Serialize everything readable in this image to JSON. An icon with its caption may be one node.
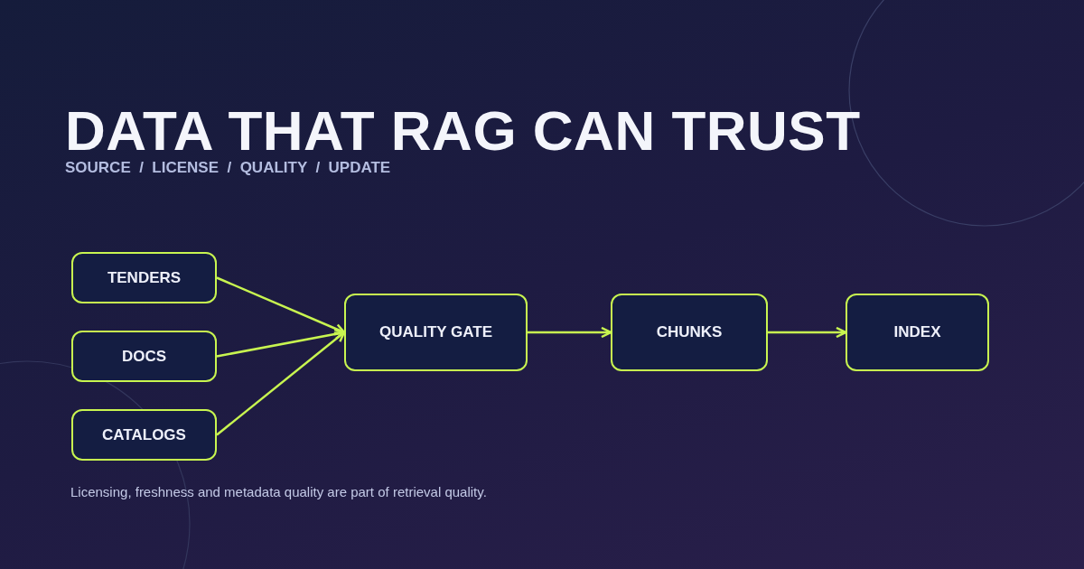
{
  "diagram": {
    "title": "DATA THAT RAG CAN TRUST",
    "caption": "Licensing, freshness and metadata quality are part of retrieval quality.",
    "nodes": [
      {
        "text": [
          "TENDERS"
        ]
      },
      {
        "text": [
          "DOCS"
        ]
      },
      {
        "text": [
          "CATALOGS"
        ]
      },
      {
        "text": [
          "QUALITY GATE"
        ]
      },
      {
        "text": [
          "CHUNKS"
        ]
      },
      {
        "text": [
          "INDEX"
        ]
      }
    ],
    "edges": [
      {
        "from": 0,
        "to": 3,
        "arrow": "to"
      },
      {
        "from": 1,
        "to": 3,
        "arrow": "to"
      },
      {
        "from": 2,
        "to": 3,
        "arrow": "to"
      },
      {
        "from": 3,
        "to": 4,
        "arrow": "to"
      },
      {
        "from": 4,
        "to": 5,
        "arrow": "to"
      }
    ],
    "labels": [
      "SOURCE  /  LICENSE  /  QUALITY  /  UPDATE"
    ]
  }
}
